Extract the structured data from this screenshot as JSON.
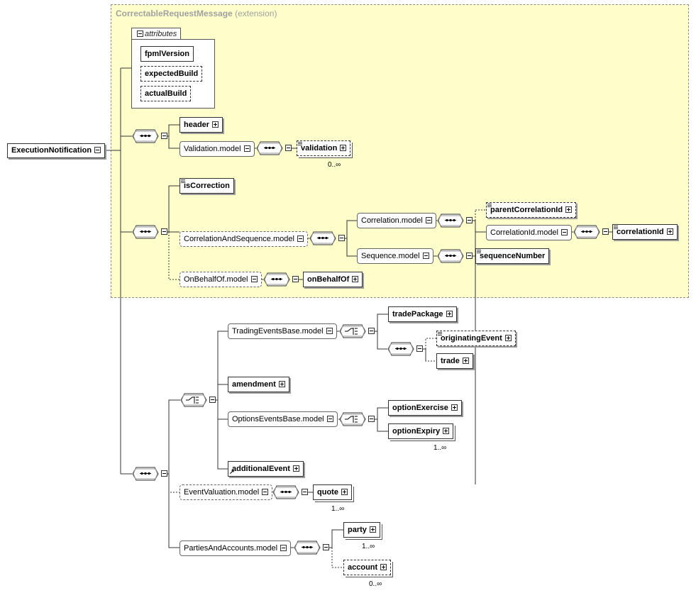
{
  "extension": {
    "title": "CorrectableRequestMessage",
    "subtitle": "(extension)"
  },
  "attributes": {
    "label": "attributes",
    "items": [
      "fpmlVersion",
      "expectedBuild",
      "actualBuild"
    ]
  },
  "root": "ExecutionNotification",
  "nodes": {
    "header": "header",
    "validation_model": "Validation.model",
    "validation": "validation",
    "is_correction": "isCorrection",
    "correlation_and_sequence_model": "CorrelationAndSequence.model",
    "correlation_model": "Correlation.model",
    "parent_correlation_id": "parentCorrelationId",
    "correlation_id_model": "CorrelationId.model",
    "correlation_id": "correlationId",
    "sequence_model": "Sequence.model",
    "sequence_number": "sequenceNumber",
    "on_behalf_of_model": "OnBehalfOf.model",
    "on_behalf_of": "onBehalfOf",
    "trading_events_base_model": "TradingEventsBase.model",
    "trade_package": "tradePackage",
    "originating_event": "originatingEvent",
    "trade": "trade",
    "amendment": "amendment",
    "options_events_base_model": "OptionsEventsBase.model",
    "option_exercise": "optionExercise",
    "option_expiry": "optionExpiry",
    "additional_event": "additionalEvent",
    "event_valuation_model": "EventValuation.model",
    "quote": "quote",
    "parties_and_accounts_model": "PartiesAndAccounts.model",
    "party": "party",
    "account": "account"
  },
  "cardinality": {
    "validation": "0..∞",
    "option_expiry": "1..∞",
    "quote": "1..∞",
    "party": "1..∞",
    "account": "0..∞"
  }
}
